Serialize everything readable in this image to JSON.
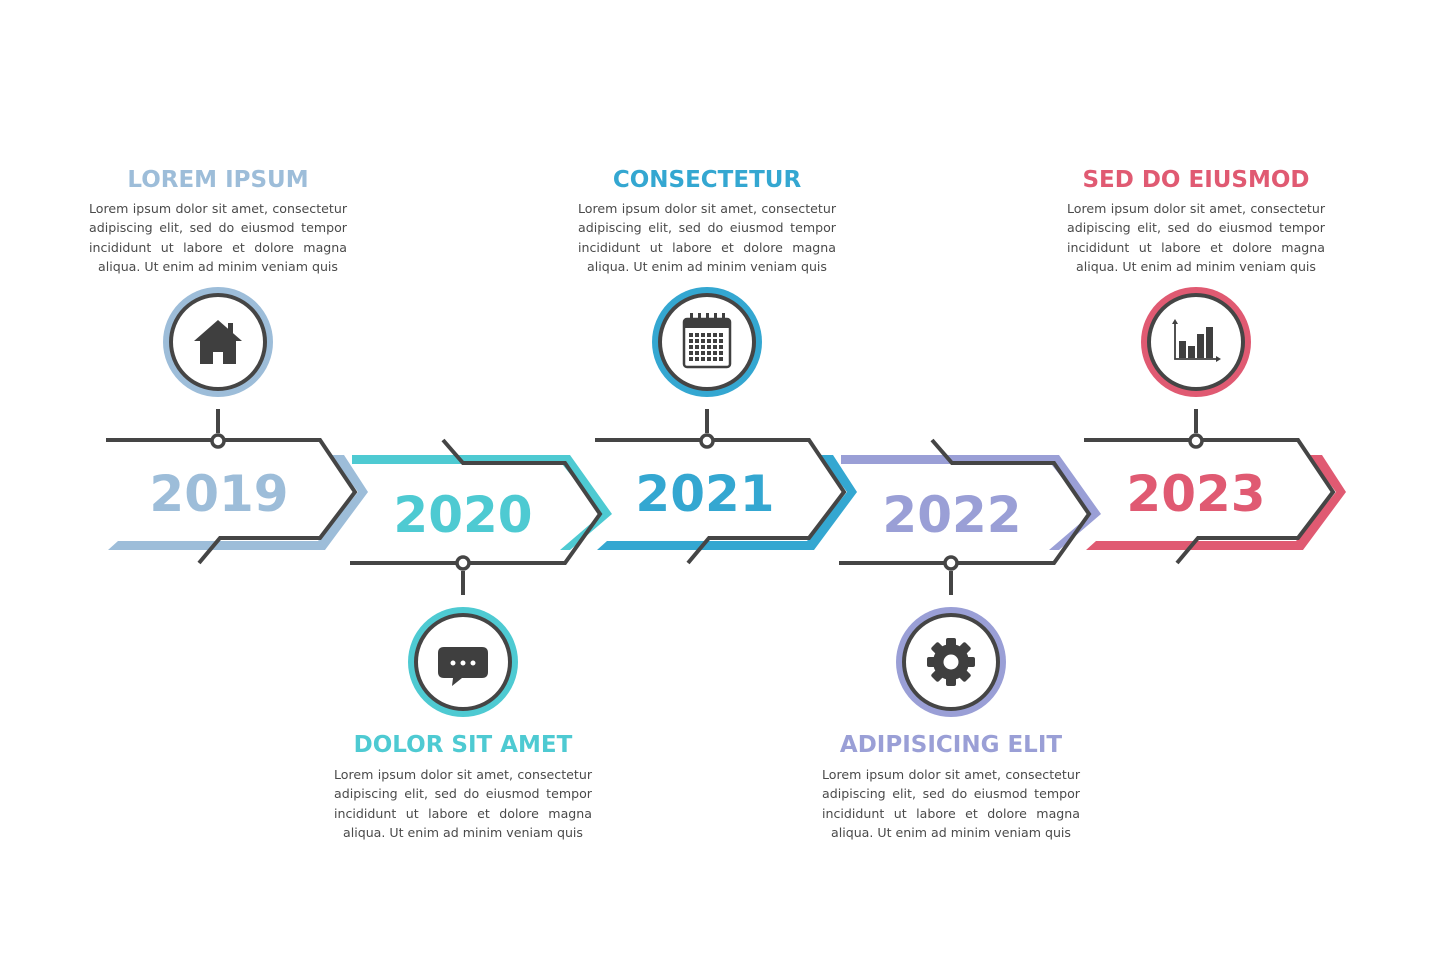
{
  "colors": {
    "line": "#454545",
    "icon": "#3f3f3f"
  },
  "steps": [
    {
      "year": "2019",
      "title": "LOREM IPSUM",
      "text": "Lorem ipsum dolor sit amet, consectetur adipiscing elit, sed do eiusmod tempor incididunt ut labore et dolore magna aliqua. Ut enim ad minim veniam quis",
      "icon": "home-icon",
      "color": "#9dbdd9",
      "position": "top"
    },
    {
      "year": "2020",
      "title": "DOLOR SIT AMET",
      "text": "Lorem ipsum dolor sit amet, consectetur adipiscing elit, sed do eiusmod tempor incididunt ut labore et dolore magna aliqua. Ut enim ad minim veniam quis",
      "icon": "chat-icon",
      "color": "#4ecad2",
      "position": "bottom"
    },
    {
      "year": "2021",
      "title": "CONSECTETUR",
      "text": "Lorem ipsum dolor sit amet, consectetur adipiscing elit, sed do eiusmod tempor incididunt ut labore et dolore magna aliqua. Ut enim ad minim veniam quis",
      "icon": "calendar-icon",
      "color": "#34a7d1",
      "position": "top"
    },
    {
      "year": "2022",
      "title": "ADIPISICING ELIT",
      "text": "Lorem ipsum dolor sit amet, consectetur adipiscing elit, sed do eiusmod tempor incididunt ut labore et dolore magna aliqua. Ut enim ad minim veniam quis",
      "icon": "gear-icon",
      "color": "#9a9fd6",
      "position": "bottom"
    },
    {
      "year": "2023",
      "title": "SED DO EIUSMOD",
      "text": "Lorem ipsum dolor sit amet, consectetur adipiscing elit, sed do eiusmod tempor incididunt ut labore et dolore magna aliqua. Ut enim ad minim veniam quis",
      "icon": "bar-chart-icon",
      "color": "#e05a72",
      "position": "top"
    }
  ]
}
